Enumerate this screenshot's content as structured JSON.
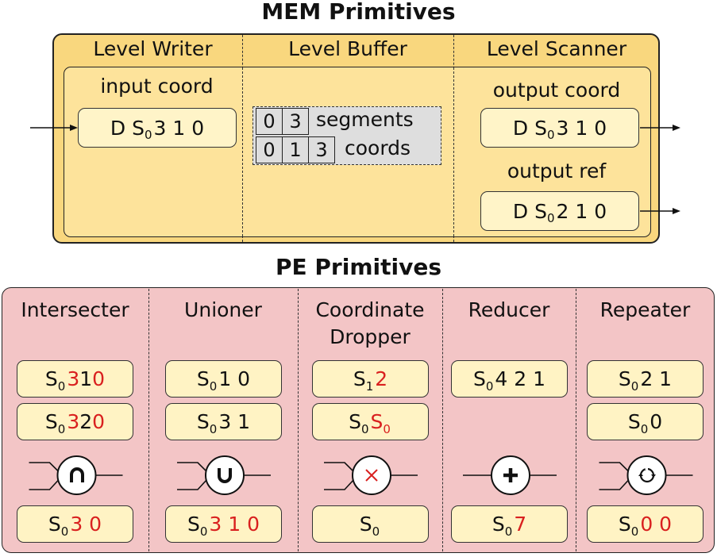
{
  "mem": {
    "title": "MEM Primitives",
    "writer": {
      "header": "Level Writer",
      "label": "input coord",
      "box": {
        "a": "D S",
        "sub": "0",
        "b": "3 1 0"
      }
    },
    "buffer": {
      "header": "Level Buffer",
      "rows": [
        {
          "cells": [
            "0",
            "3"
          ],
          "label": "segments"
        },
        {
          "cells": [
            "0",
            "1",
            "3"
          ],
          "label": "coords"
        }
      ]
    },
    "scanner": {
      "header": "Level Scanner",
      "out_coord_label": "output coord",
      "out_coord": {
        "a": "D S",
        "sub": "0",
        "b": "3 1 0"
      },
      "out_ref_label": "output ref",
      "out_ref": {
        "a": "D S",
        "sub": "0",
        "b": "2 1 0"
      }
    }
  },
  "pe": {
    "title": "PE Primitives",
    "columns": [
      {
        "header": "Intersecter",
        "in1": [
          {
            "t": "S"
          },
          {
            "t": "0",
            "sub": true
          },
          {
            "t": " "
          },
          {
            "t": "3",
            "red": true
          },
          {
            "t": " 1 "
          },
          {
            "t": "0",
            "red": true
          }
        ],
        "in2": [
          {
            "t": "S"
          },
          {
            "t": "0",
            "sub": true
          },
          {
            "t": " "
          },
          {
            "t": "3",
            "red": true
          },
          {
            "t": " 2 "
          },
          {
            "t": "0",
            "red": true
          }
        ],
        "symbol": "intersect-icon",
        "out": [
          {
            "t": "S"
          },
          {
            "t": "0",
            "sub": true
          },
          {
            "t": " "
          },
          {
            "t": "3 0",
            "red": true
          }
        ]
      },
      {
        "header": "Unioner",
        "in1": [
          {
            "t": "S"
          },
          {
            "t": "0",
            "sub": true
          },
          {
            "t": " 1 0"
          }
        ],
        "in2": [
          {
            "t": "S"
          },
          {
            "t": "0",
            "sub": true
          },
          {
            "t": " 3 1"
          }
        ],
        "symbol": "union-icon",
        "out": [
          {
            "t": "S"
          },
          {
            "t": "0",
            "sub": true
          },
          {
            "t": " "
          },
          {
            "t": "3 1 0",
            "red": true
          }
        ]
      },
      {
        "header": "Coordinate",
        "header2": "Dropper",
        "in1": [
          {
            "t": "S"
          },
          {
            "t": "1",
            "sub": true
          },
          {
            "t": " "
          },
          {
            "t": "2",
            "red": true
          }
        ],
        "in2": [
          {
            "t": "S"
          },
          {
            "t": "0",
            "sub": true
          },
          {
            "t": " "
          },
          {
            "t": "S",
            "red": true
          },
          {
            "t": "0",
            "sub": true,
            "red": true
          }
        ],
        "symbol": "drop-icon",
        "out": [
          {
            "t": "S"
          },
          {
            "t": "0",
            "sub": true
          }
        ]
      },
      {
        "header": "Reducer",
        "in1": [
          {
            "t": "S"
          },
          {
            "t": "0",
            "sub": true
          },
          {
            "t": " 4 2 1"
          }
        ],
        "symbol": "plus-icon",
        "out": [
          {
            "t": "S"
          },
          {
            "t": "0",
            "sub": true
          },
          {
            "t": " "
          },
          {
            "t": "7",
            "red": true
          }
        ]
      },
      {
        "header": "Repeater",
        "in1": [
          {
            "t": "S"
          },
          {
            "t": "0",
            "sub": true
          },
          {
            "t": " 2 1"
          }
        ],
        "in2": [
          {
            "t": "S"
          },
          {
            "t": "0",
            "sub": true
          },
          {
            "t": " 0"
          }
        ],
        "symbol": "repeat-icon",
        "out": [
          {
            "t": "S"
          },
          {
            "t": "0",
            "sub": true
          },
          {
            "t": " "
          },
          {
            "t": "0 0",
            "red": true
          }
        ]
      }
    ]
  },
  "colors": {
    "mem_outer": "#f9d77e",
    "mem_inner": "#fde39b",
    "pe_bg": "#f3c5c6",
    "box": "#fff4c8",
    "red": "#d9201f"
  }
}
